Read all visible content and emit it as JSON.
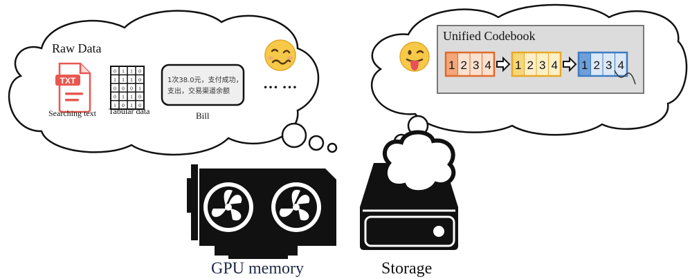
{
  "raw_data": {
    "title": "Raw Data",
    "items": [
      {
        "label": "Searching text",
        "icon": "txt-file-icon",
        "badge": "TXT"
      },
      {
        "label": "Tabular data",
        "icon": "binary-table-icon"
      },
      {
        "label": "Bill",
        "icon": "bill-card-icon"
      }
    ],
    "bill_lines": [
      "1次38.0元，支付成功，",
      "支出，交易渠道余额"
    ],
    "ellipsis": "… …",
    "table_rows": [
      [
        "0",
        "1",
        "1",
        "0"
      ],
      [
        "1",
        "1",
        "1",
        "0"
      ],
      [
        "0",
        "0",
        "0",
        "1"
      ],
      [
        "0",
        "1",
        "1",
        "0"
      ],
      [
        "1",
        "0",
        "1",
        "0"
      ]
    ],
    "mood_icon": "woozy-face-icon"
  },
  "codebook": {
    "title": "Unified Codebook",
    "mood_icon": "tongue-out-face-icon",
    "groups": [
      {
        "cells": [
          "1",
          "2",
          "3",
          "4"
        ],
        "border": "#e06a2b",
        "fill": "#fbe1cf",
        "first_fill": "#f2a67a"
      },
      {
        "cells": [
          "1",
          "2",
          "3",
          "4"
        ],
        "border": "#e8a824",
        "fill": "#fdf0c8",
        "first_fill": "#f6d77a"
      },
      {
        "cells": [
          "1",
          "2",
          "3",
          "4"
        ],
        "border": "#3a7cc2",
        "fill": "#dce8f6",
        "first_fill": "#6f9ed8"
      }
    ],
    "arrow_icon": "hollow-right-arrow-icon"
  },
  "hardware": {
    "gpu_label": "GPU memory",
    "gpu_icon": "graphics-card-icon",
    "storage_label": "Storage",
    "storage_icon": "hard-drive-icon",
    "label_color": "#1f2a44"
  }
}
